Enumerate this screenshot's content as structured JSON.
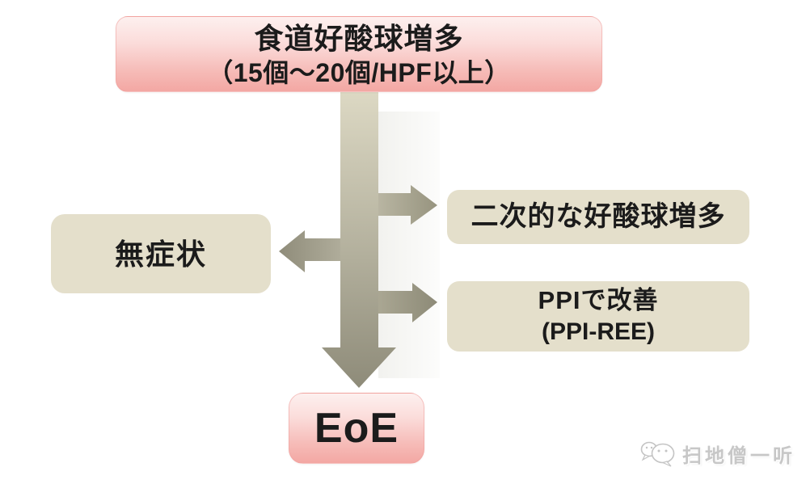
{
  "diagram": {
    "top_box": {
      "line1": "食道好酸球増多",
      "line2": "（15個～20個/HPF以上）"
    },
    "left_box": {
      "label": "無症状"
    },
    "right_box_1": {
      "label": "二次的な好酸球増多"
    },
    "right_box_2": {
      "line1": "PPIで改善",
      "line2": "(PPI-REE)"
    },
    "bottom_box": {
      "label": "EoE"
    },
    "edges": [
      {
        "from": "top_box",
        "to": "bottom_box",
        "direction": "down"
      },
      {
        "from": "main-flow",
        "to": "left_box",
        "direction": "left"
      },
      {
        "from": "main-flow",
        "to": "right_box_1",
        "direction": "right"
      },
      {
        "from": "main-flow",
        "to": "right_box_2",
        "direction": "right"
      }
    ],
    "colors": {
      "pink_box_top": "#fdf0ef",
      "pink_box_bottom": "#f3a7a3",
      "tan_box": "#e4dfcb",
      "arrow_light": "#ddd9c4",
      "arrow_dark": "#8e8b79",
      "text": "#1b1b1b"
    }
  },
  "watermark": {
    "text": "扫地僧一听",
    "icon": "wechat-icon",
    "color": "#c7c7c7"
  }
}
